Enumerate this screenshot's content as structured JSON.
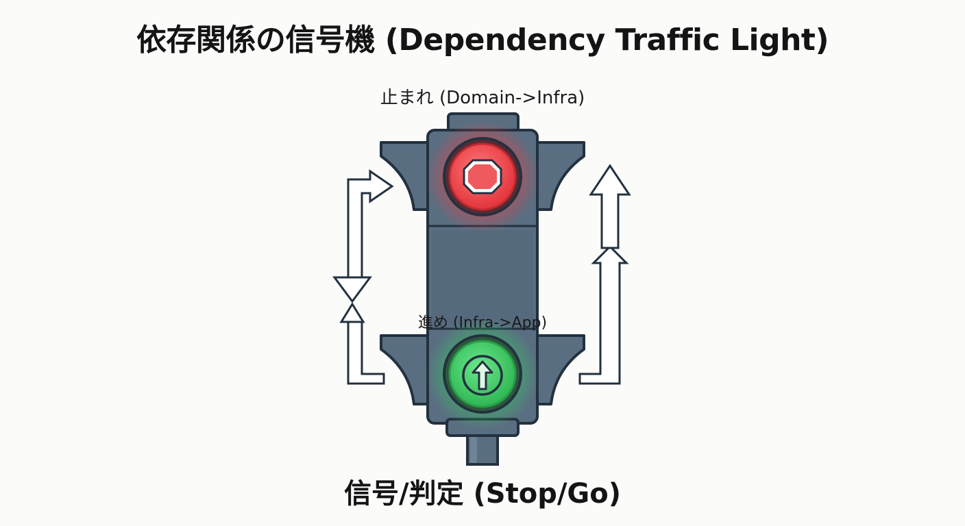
{
  "title": "依存関係の信号機 (Dependency Traffic Light)",
  "stop_label": "止まれ (Domain->Infra)",
  "go_label": "進め (Infra->App)",
  "bottom_label": "信号/判定 (Stop/Go)",
  "colors": {
    "housing": "#5a6e82",
    "outline": "#23313f",
    "red_light": "#ef4a50",
    "green_light": "#3fcf63",
    "background": "#fbfbfa"
  },
  "icons": {
    "top_light": "stop-octagon-icon",
    "bottom_light": "up-arrow-icon"
  }
}
